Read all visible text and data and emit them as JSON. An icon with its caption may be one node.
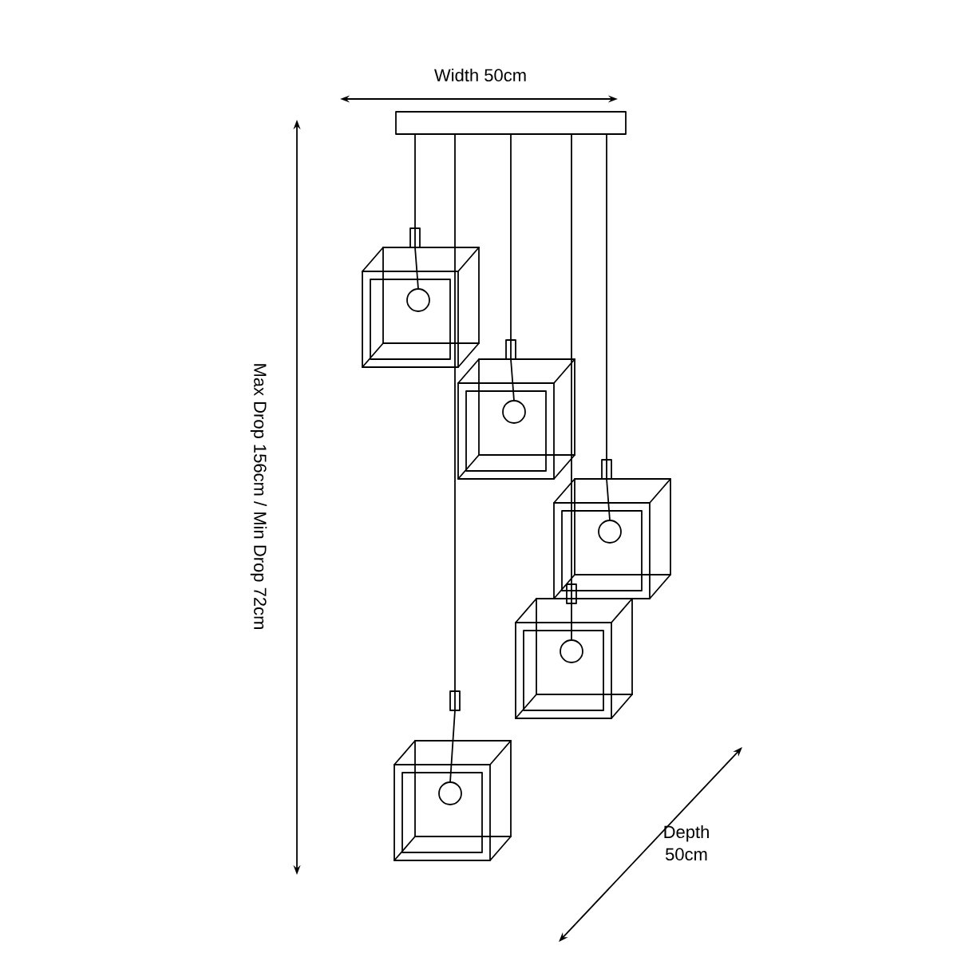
{
  "diagram": {
    "labels": [
      "Width 50cm",
      "Max Drop 156cm / Min Drop 72cm",
      "Depth 50cm"
    ]
  }
}
